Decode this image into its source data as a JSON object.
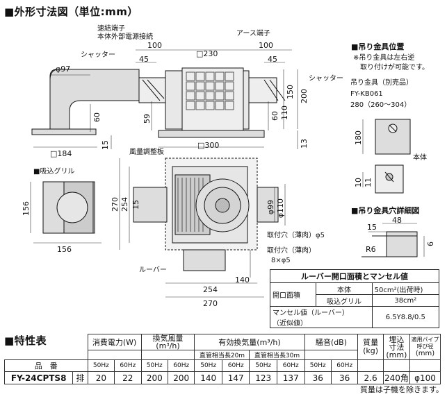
{
  "title": "■外形寸法図（単位:mm）",
  "labels": {
    "connector": "速結端子",
    "power_connect": "本体外部電源接続",
    "earth": "アース端子",
    "shutter_left": "シャッター",
    "shutter_right": "シャッター",
    "damper": "風量調整板",
    "intake_grille": "■吸込グリル",
    "louver": "ルーバー",
    "mount_hole_thin_1": "取付穴（薄肉）φ5",
    "mount_hole_thin_2": "取付穴（薄肉）",
    "mount_hole_count": "8×φ5",
    "hanger_pos_title": "■吊り金具位置",
    "hanger_note_1": "※吊り金具は左右逆",
    "hanger_note_2": "取り付けが可能です。",
    "hanger_sold": "吊り金具（別売品）",
    "hanger_model": "FY-KB061",
    "hanger_size": "280（260〜304）",
    "body": "本体",
    "hanger_hole_title": "■吊り金具穴詳細図"
  },
  "dims": {
    "d100a": "100",
    "d230": "□230",
    "d100b": "100",
    "d45a": "45",
    "d45b": "45",
    "phi97": "φ97",
    "d150": "150",
    "d200": "200",
    "d60a": "60",
    "d59": "59",
    "d60b": "60",
    "d110": "110",
    "d15": "15",
    "d13": "13",
    "sq184": "□184",
    "sq300": "□300",
    "d156v": "156",
    "d156h": "156",
    "d270v": "270",
    "d254v": "254",
    "d15b": "15",
    "phi99": "φ99",
    "phi110": "φ110",
    "d140": "140",
    "d254h": "254",
    "d270h": "270",
    "d180": "180",
    "d10": "10",
    "d11": "11",
    "d48": "48",
    "d15c": "15",
    "r6": "R6",
    "d6": "6"
  },
  "mansell": {
    "title": "ルーバー開口面積とマンセル値",
    "open_area": "開口面積",
    "body": "本体",
    "body_val": "50cm²(出荷時)",
    "grille": "吸込グリル",
    "grille_val": "38cm²",
    "munsell_1": "マンセル値（ルーバー）",
    "munsell_2": "（近似値）",
    "munsell_val": "6.5Y8.8/0.5"
  },
  "spec": {
    "title": "■特性表",
    "h_power": "消費電力(W)",
    "h_airflow": "換気風量",
    "h_airflow_unit": "(m³/h)",
    "h_eff": "有効換気量(m³/h)",
    "h_duct20": "直管相当長20m",
    "h_duct30": "直管相当長30m",
    "h_noise": "騒音(dB)",
    "h_mass": "質量",
    "h_mass_unit": "(kg)",
    "h_embed": "埋込",
    "h_embed2": "寸法",
    "h_embed_unit": "(mm)",
    "h_pipe": "適用パイプ",
    "h_pipe2": "呼び径",
    "h_pipe_unit": "(mm)",
    "h_model": "品　番",
    "hz50": "50Hz",
    "hz60": "60Hz",
    "row": {
      "model": "FY-24CPTS8",
      "type": "排",
      "cells": [
        "20",
        "22",
        "200",
        "200",
        "140",
        "147",
        "123",
        "137",
        "36",
        "36",
        "2.6",
        "240角",
        "φ100"
      ]
    },
    "footnote": "質量は子機を除きます。"
  }
}
